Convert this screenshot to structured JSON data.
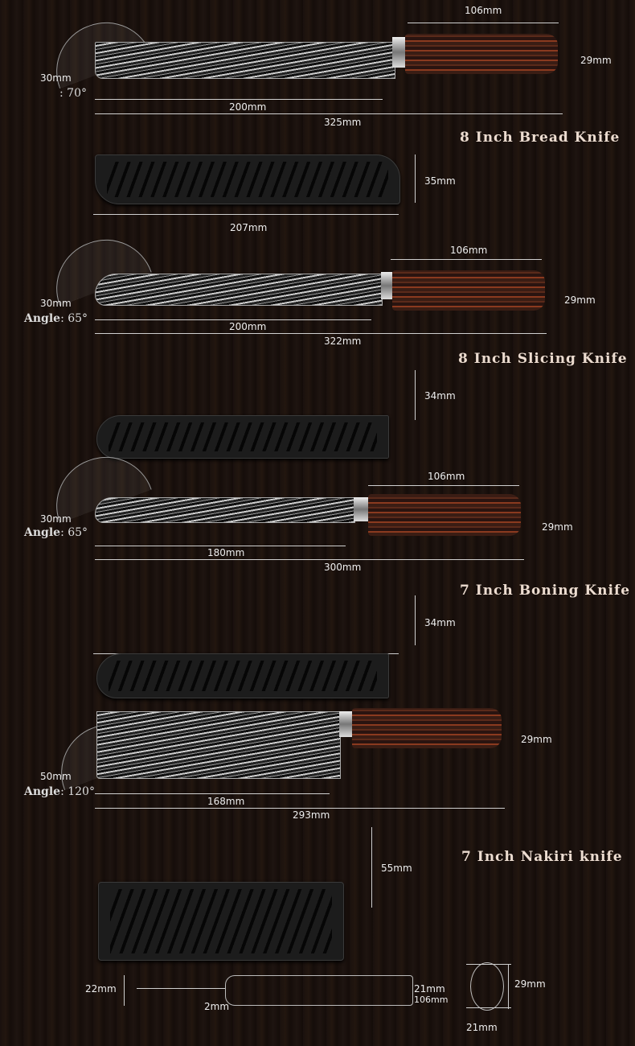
{
  "knives": [
    {
      "title": "8 Inch Bread Knife",
      "angle_label": "",
      "angle_value": ": 70°",
      "height": "30mm",
      "blade_length": "200mm",
      "total_length": "325mm",
      "handle_length": "106mm",
      "handle_height": "29mm",
      "sheath_width": "207mm",
      "sheath_height": "35mm"
    },
    {
      "title": "8 Inch Slicing Knife",
      "angle_label": "Angle",
      "angle_value": ": 65°",
      "height": "30mm",
      "blade_length": "200mm",
      "total_length": "322mm",
      "handle_length": "106mm",
      "handle_height": "29mm",
      "sheath_height": "34mm"
    },
    {
      "title": "7 Inch Boning Knife",
      "angle_label": "Angle",
      "angle_value": ": 65°",
      "height": "30mm",
      "blade_length": "180mm",
      "total_length": "300mm",
      "handle_length": "106mm",
      "handle_height": "29mm",
      "sheath_height": "34mm"
    },
    {
      "title": "7 Inch Nakiri knife",
      "angle_label": "Angle",
      "angle_value": ": 120°",
      "height": "50mm",
      "blade_length": "168mm",
      "total_length": "293mm",
      "handle_height": "29mm",
      "sheath_height": "55mm"
    }
  ],
  "handle_diagram": {
    "tang_height": "22mm",
    "tang_thickness": "2mm",
    "handle_end": "21mm",
    "handle_length": "106mm",
    "cross_height": "29mm",
    "cross_width": "21mm"
  }
}
